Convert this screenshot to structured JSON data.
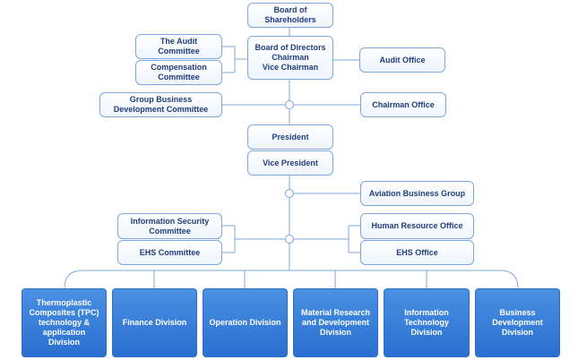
{
  "top": {
    "shareholders": "Board of\nShareholders",
    "directors": "Board of Directors\nChairman\nVice Chairman",
    "audit_committee": "The Audit\nCommittee",
    "compensation_committee": "Compensation\nCommittee",
    "audit_office": "Audit Office",
    "group_business_dev": "Group Business\nDevelopment Committee",
    "chairman_office": "Chairman Office"
  },
  "middle": {
    "president": "President",
    "vice_president": "Vice President",
    "aviation_group": "Aviation Business Group",
    "info_security": "Information Security\nCommittee",
    "ehs_committee": "EHS Committee",
    "hr_office": "Human Resource Office",
    "ehs_office": "EHS Office"
  },
  "divisions": [
    "Thermoplastic\nComposites (TPC)\ntechnology &\napplication\nDivision",
    "Finance Division",
    "Operation Division",
    "Material Research\nand Development\nDivision",
    "Information\nTechnology\nDivision",
    "Business\nDevelopment\nDivision"
  ]
}
